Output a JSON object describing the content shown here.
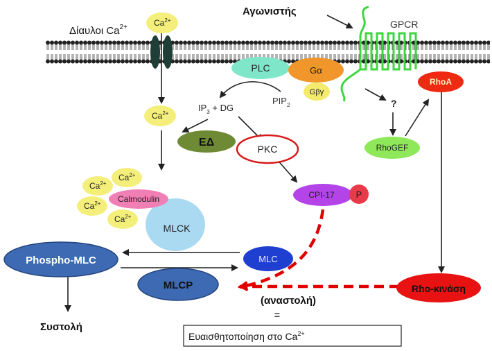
{
  "labels": {
    "ca_channels": "Δίαυλοι Ca",
    "ca_channels_sup": "2+",
    "agonist": "Αγωνιστής",
    "gpcr": "GPCR",
    "plc": "PLC",
    "g_alpha": "Gα",
    "g_beta_gamma": "Gβγ",
    "pip2": "PIP",
    "pip2_sub": "2",
    "ip3": "IP",
    "ip3_sub": "3",
    "ip3_dg_rest": " + DG",
    "question": "?",
    "rhoa": "RhoA",
    "rhogef": "RhoGEF",
    "ed": "ΕΔ",
    "pkc": "PKC",
    "cpi17": "CPI-17",
    "phospho_p": "P",
    "calmodulin": "Calmodulin",
    "mlck": "MLCK",
    "phospho_mlc": "Phospho-MLC",
    "mlc": "MLC",
    "mlcp": "MLCP",
    "rho_kinase": "Rho-κινάση",
    "inhibition": "(αναστολή)",
    "equals": "=",
    "contraction": "Συστολή",
    "sensitization": "Ευαισθητοποίηση στο Ca",
    "sensitization_sup": "2+",
    "ca": "Ca",
    "ca_sup": "2+"
  },
  "colors": {
    "calcium": "#f4ef7a",
    "plc": "#7fe6c9",
    "g_alpha": "#f0962a",
    "g_beta_gamma": "#f3ea6e",
    "receptor": "#3ed63e",
    "rhoa": "#ee2a12",
    "rhogef": "#8fe85a",
    "ed": "#6e8a35",
    "cpi17": "#b444e8",
    "phospho": "#e83a48",
    "calmodulin": "#f07fb5",
    "mlck": "#a9daf2",
    "mlc_blue": "#3d6ab2",
    "mlc_dark": "#1f3fd0",
    "rho_kinase": "#e81212",
    "dashed": "#e00000",
    "channel": "#1f3e37"
  }
}
